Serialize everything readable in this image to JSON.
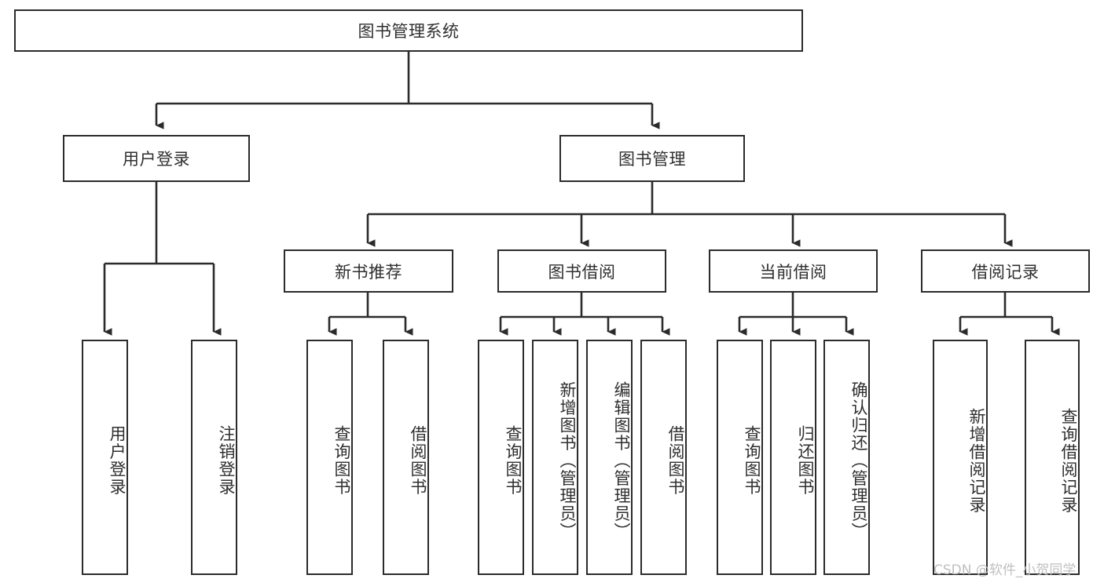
{
  "diagram": {
    "title": "图书管理系统",
    "type": "hierarchy-tree",
    "watermark": "CSDN @软件_小贺同学",
    "colors": {
      "border": "#2b2b2b",
      "text": "#2f2f2f",
      "background": "#ffffff",
      "watermark": "#bfbfbf"
    },
    "root": {
      "label": "图书管理系统"
    },
    "level2": [
      {
        "label": "用户登录"
      },
      {
        "label": "图书管理"
      }
    ],
    "level3": [
      {
        "label": "新书推荐"
      },
      {
        "label": "图书借阅"
      },
      {
        "label": "当前借阅"
      },
      {
        "label": "借阅记录"
      }
    ],
    "leaves": {
      "user_login": [
        {
          "label": "用户登录"
        },
        {
          "label": "注销登录"
        }
      ],
      "new_book": [
        {
          "label": "查询图书"
        },
        {
          "label": "借阅图书"
        }
      ],
      "borrow_book": [
        {
          "label": "查询图书"
        },
        {
          "label": "新增图书（管理员）"
        },
        {
          "label": "编辑图书（管理员）"
        },
        {
          "label": "借阅图书"
        }
      ],
      "current_borrow": [
        {
          "label": "查询图书"
        },
        {
          "label": "归还图书"
        },
        {
          "label": "确认归还（管理员）"
        }
      ],
      "borrow_record": [
        {
          "label": "新增借阅记录"
        },
        {
          "label": "查询借阅记录"
        }
      ]
    }
  }
}
